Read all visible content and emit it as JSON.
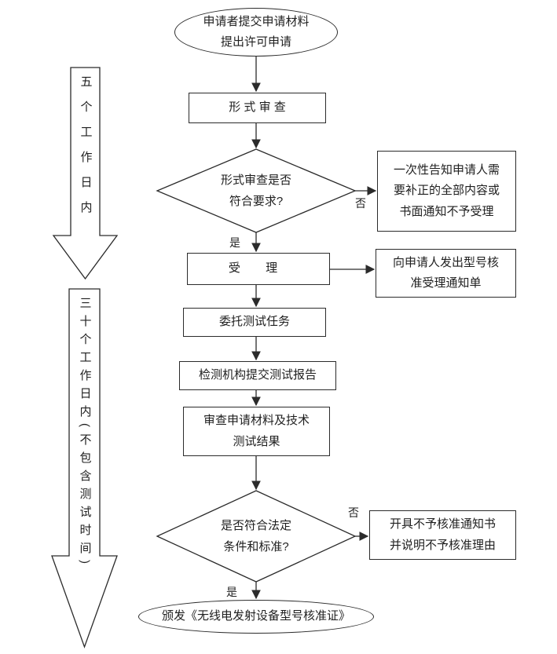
{
  "flowchart": {
    "start": {
      "line1": "申请者提交申请材料",
      "line2": "提出许可申请"
    },
    "formal_review": "形 式 审 查",
    "decision_formal": {
      "line1": "形式审查是否",
      "line2": "符合要求?"
    },
    "label_no_1": "否",
    "label_yes_1": "是",
    "notify_correction": {
      "line1": "一次性告知申请人需",
      "line2": "要补正的全部内容或",
      "line3": "书面通知不予受理"
    },
    "accept": "受 理",
    "acceptance_notice": {
      "line1": "向申请人发出型号核",
      "line2": "准受理通知单"
    },
    "entrust_test": "委托测试任务",
    "test_report": "检测机构提交测试报告",
    "review_results": {
      "line1": "审查申请材料及技术",
      "line2": "测试结果"
    },
    "decision_legal": {
      "line1": "是否符合法定",
      "line2": "条件和标准?"
    },
    "label_no_2": "否",
    "label_yes_2": "是",
    "non_approval": {
      "line1": "开具不予核准通知书",
      "line2": "并说明不予核准理由"
    },
    "issue_cert": "颁发《无线电发射设备型号核准证》",
    "timeline_five_days": "五个工作日内",
    "timeline_thirty_days": "三十个工作日内(不包含测试时间)"
  }
}
